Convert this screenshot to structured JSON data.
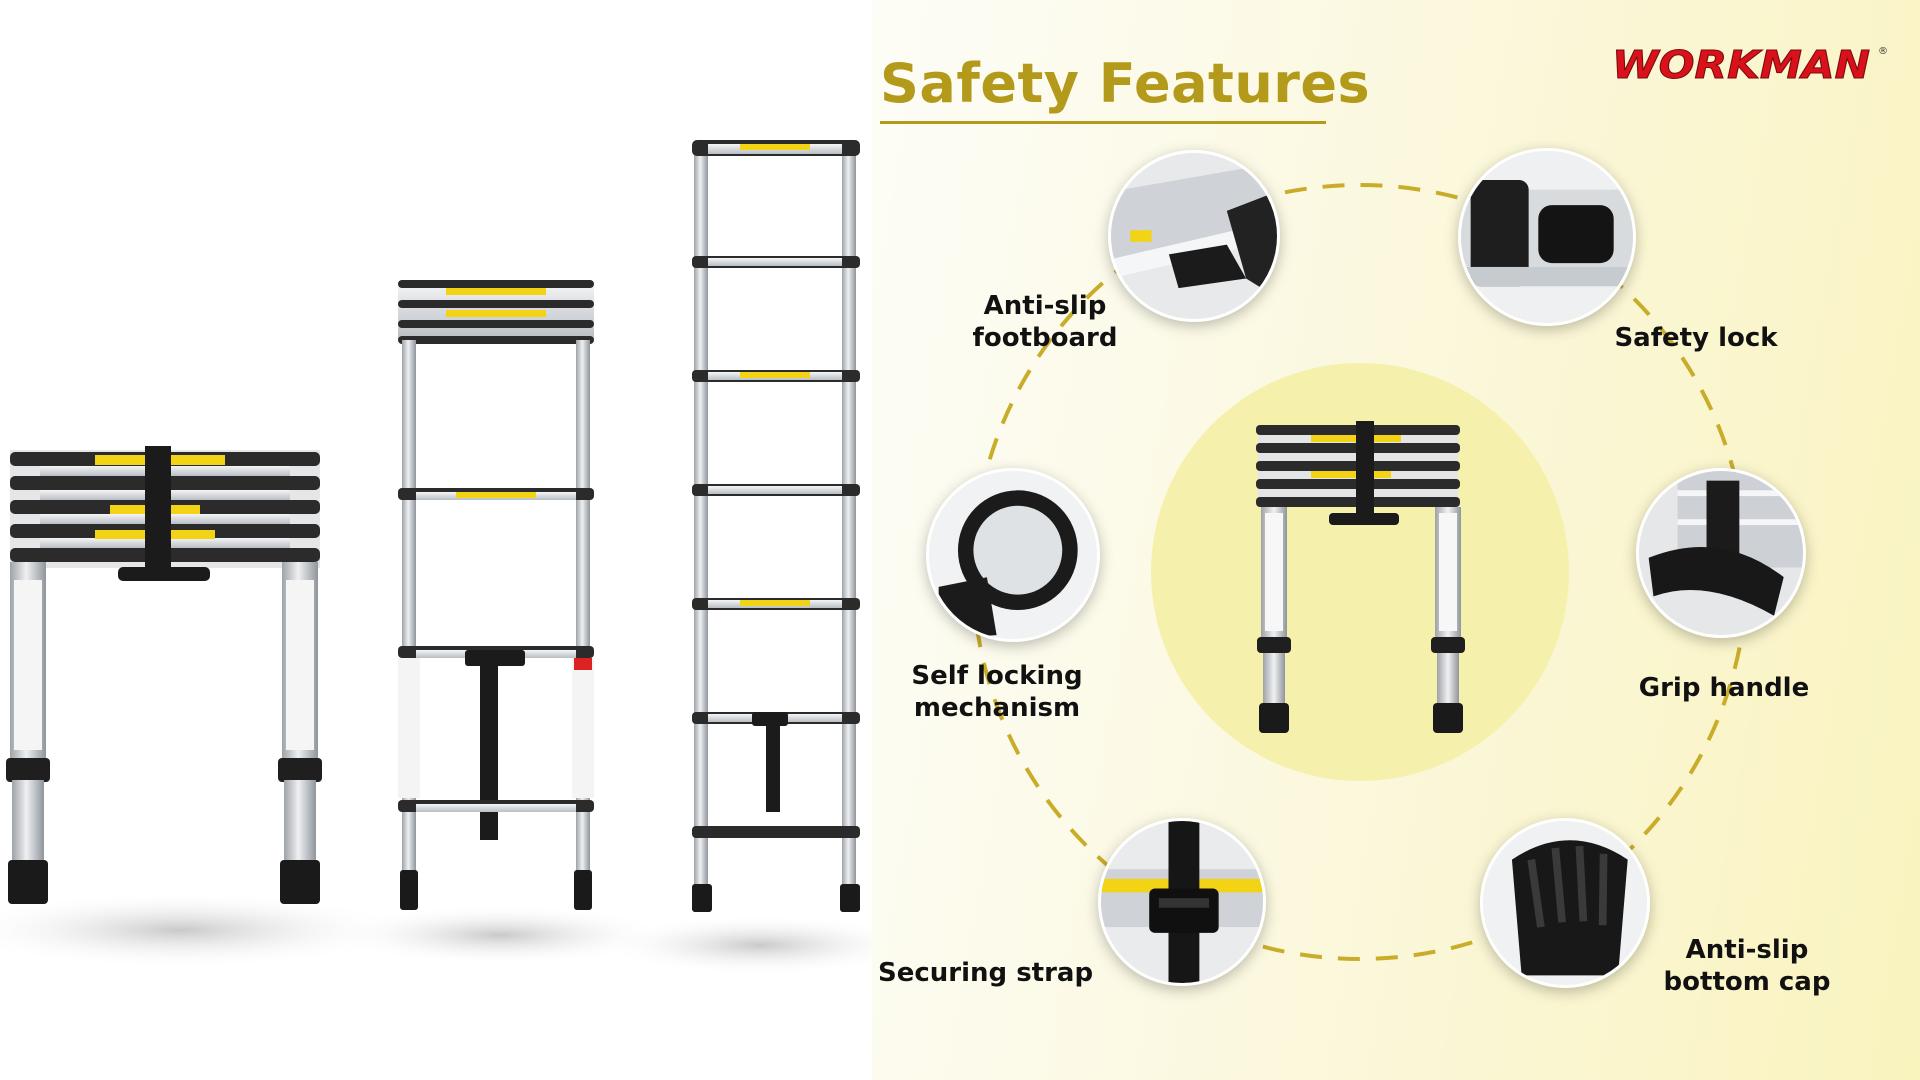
{
  "header": {
    "title": "Safety Features",
    "brand": "WORKMAN"
  },
  "features": [
    {
      "id": "anti-slip-footboard",
      "label": "Anti-slip\nfootboard"
    },
    {
      "id": "safety-lock",
      "label": "Safety lock"
    },
    {
      "id": "self-locking-mechanism",
      "label": "Self locking\nmechanism"
    },
    {
      "id": "grip-handle",
      "label": "Grip handle"
    },
    {
      "id": "securing-strap",
      "label": "Securing strap"
    },
    {
      "id": "anti-slip-bottom-cap",
      "label": "Anti-slip\nbottom cap"
    }
  ],
  "colors": {
    "title": "#b39a1b",
    "brand": "#d8111a",
    "dashes": "#c9ad2a",
    "center": "#f6f0ad",
    "label": "#111111"
  }
}
